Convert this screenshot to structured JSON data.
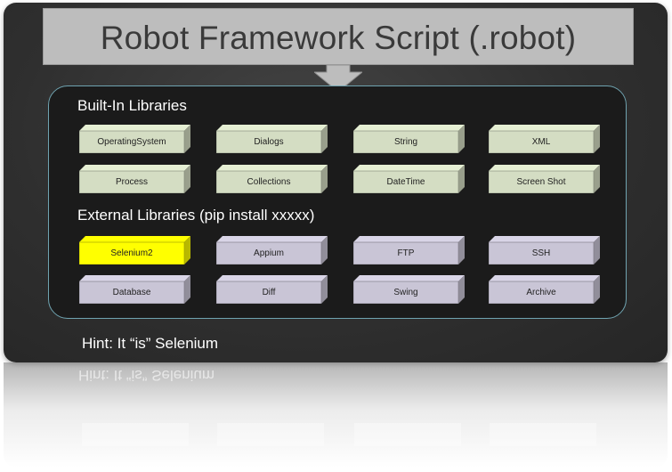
{
  "title": "Robot Framework Script (.robot)",
  "builtin": {
    "heading": "Built-In Libraries",
    "rows": [
      [
        "OperatingSystem",
        "Dialogs",
        "String",
        "XML"
      ],
      [
        "Process",
        "Collections",
        "DateTime",
        "Screen Shot"
      ]
    ]
  },
  "external": {
    "heading": "External Libraries (pip install xxxxx)",
    "rows": [
      [
        "Selenium2",
        "Appium",
        "FTP",
        "SSH"
      ],
      [
        "Database",
        "Diff",
        "Swing",
        "Archive"
      ]
    ],
    "highlighted": "Selenium2"
  },
  "hint": "Hint: It “is” Selenium",
  "colors": {
    "builtin_box": "#d4ddc3",
    "external_box": "#c9c5d6",
    "highlight_box": "#ffff00",
    "panel_border": "#6fa3b0",
    "title_box": "#bdbdbd"
  }
}
